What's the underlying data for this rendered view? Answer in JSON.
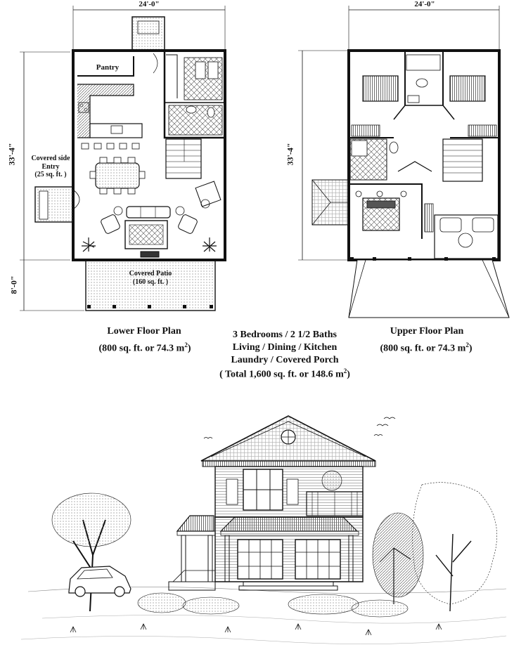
{
  "lower_plan": {
    "width_dim": "24'-0\"",
    "depth_dim": "33'-4\"",
    "patio_dim": "8'-0\"",
    "pantry_label": "Pantry",
    "entry_label_1": "Covered side",
    "entry_label_2": "Entry",
    "entry_label_3": "(25 sq. ft. )",
    "patio_label_1": "Covered Patio",
    "patio_label_2": "(160 sq. ft. )",
    "title": "Lower Floor Plan",
    "area_prefix": "(800 sq. ft. or 74.3 m",
    "area_sup": "2",
    "area_suffix": ")"
  },
  "upper_plan": {
    "width_dim": "24'-0\"",
    "depth_dim": "33'-4\"",
    "title": "Upper Floor Plan",
    "area_prefix": "(800 sq. ft. or 74.3 m",
    "area_sup": "2",
    "area_suffix": ")"
  },
  "summary": {
    "line1": "3 Bedrooms / 2 1/2 Baths",
    "line2": "Living / Dining / Kitchen",
    "line3": "Laundry / Covered Porch",
    "total_prefix": "( Total 1,600 sq. ft.  or 148.6 m",
    "total_sup": "2",
    "total_suffix": ")"
  }
}
